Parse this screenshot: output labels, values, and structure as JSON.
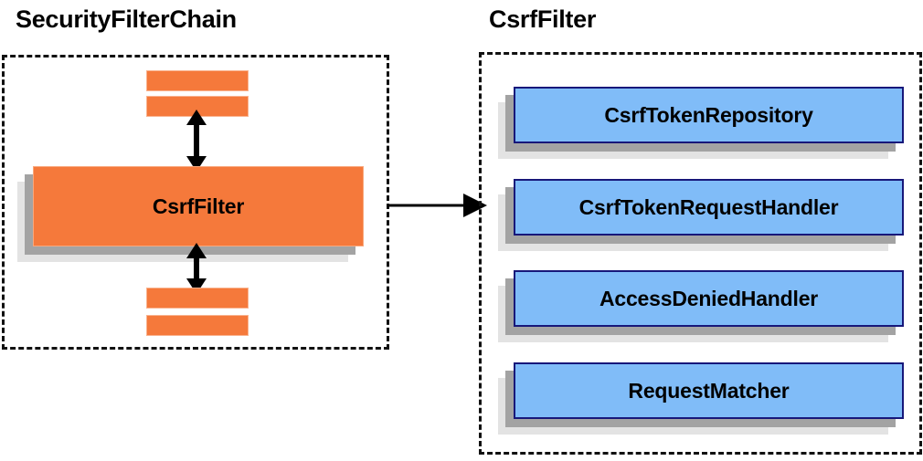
{
  "diagram": {
    "title_left": "SecurityFilterChain",
    "title_right": "CsrfFilter",
    "accent_orange": "#f5793b",
    "accent_orange_border": "#f9a87c",
    "accent_blue": "#80bcf8",
    "accent_blue_border": "#17177a",
    "shadow_near": "#a3a3a3",
    "shadow_far": "#e3e3e3",
    "panel_border": "#111111"
  },
  "left_panel": {
    "label": "SecurityFilterChain",
    "highlighted_filter": "CsrfFilter",
    "bars_above": [
      "",
      ""
    ],
    "bars_below": [
      "",
      ""
    ],
    "arrow_above": "double-headed-vertical-arrow",
    "arrow_below": "double-headed-vertical-arrow"
  },
  "connector": {
    "name": "expands-to-arrow",
    "direction": "left-to-right"
  },
  "right_panel": {
    "label": "CsrfFilter",
    "collaborators": [
      {
        "label": "CsrfTokenRepository"
      },
      {
        "label": "CsrfTokenRequestHandler"
      },
      {
        "label": "AccessDeniedHandler"
      },
      {
        "label": "RequestMatcher"
      }
    ]
  }
}
